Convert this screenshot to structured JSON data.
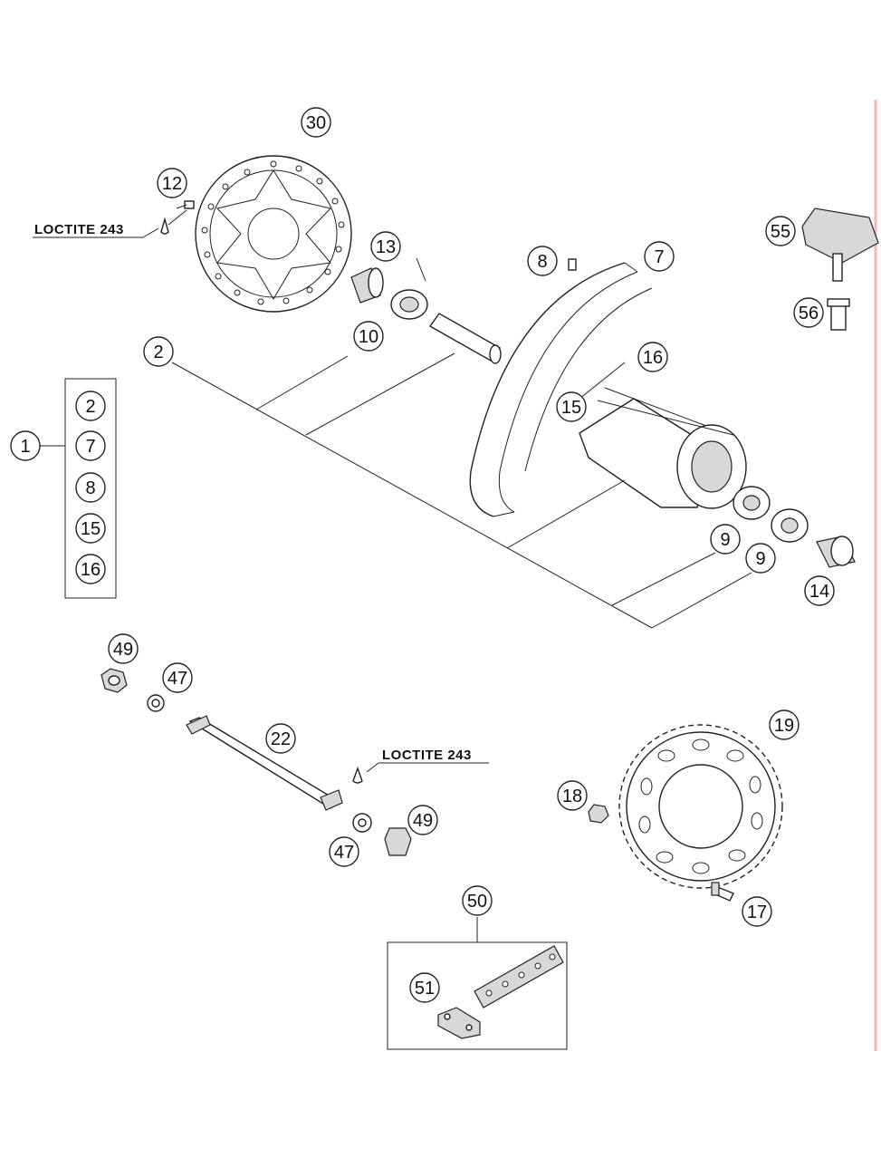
{
  "callouts": {
    "c30": "30",
    "c12": "12",
    "c13": "13",
    "c8": "8",
    "c7": "7",
    "c55": "55",
    "c56": "56",
    "c2": "2",
    "c10": "10",
    "c16": "16",
    "c15": "15",
    "c1": "1",
    "k2": "2",
    "k7": "7",
    "k8": "8",
    "k15": "15",
    "k16": "16",
    "c9a": "9",
    "c9b": "9",
    "c14": "14",
    "c49a": "49",
    "c47a": "47",
    "c22": "22",
    "c19": "19",
    "c18": "18",
    "c47b": "47",
    "c49b": "49",
    "c17": "17",
    "c50": "50",
    "c51": "51"
  },
  "notes": {
    "loctite_top": "LOCTITE 243",
    "loctite_axle": "LOCTITE 243"
  },
  "colors": {
    "line": "#222222",
    "page_edge": "#f4b8b8"
  }
}
